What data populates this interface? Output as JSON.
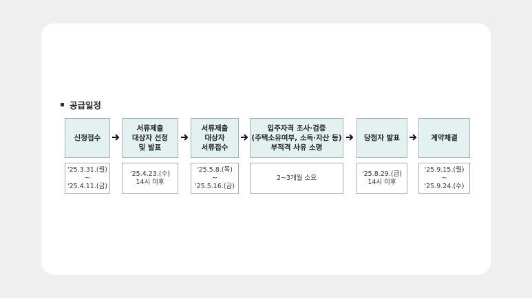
{
  "section": {
    "title": "공급일정"
  },
  "steps": [
    {
      "stage": "신청접수",
      "date": "'25.3.31.(월)\n~\n'25.4.11.(금)"
    },
    {
      "stage": "서류제출\n대상자 선정\n및 발표",
      "date": "'25.4.23.(수)\n14시 이후"
    },
    {
      "stage": "서류제출\n대상자\n서류접수",
      "date": "'25.5.8.(목)\n~\n'25.5.16.(금)"
    },
    {
      "stage": "입주자격 조사·검증\n(주택소유여부, 소득·자산 등)\n부적격 사유 소명",
      "date": "2~3개월 소요"
    },
    {
      "stage": "당첨자 발표",
      "date": "'25.8.29.(금)\n14시 이후"
    },
    {
      "stage": "계약체결",
      "date": "'25.9.15.(월)\n~\n'25.9.24.(수)"
    }
  ],
  "icons": {
    "bullet": "square-bullet-icon",
    "arrow": "right-arrow-icon"
  }
}
